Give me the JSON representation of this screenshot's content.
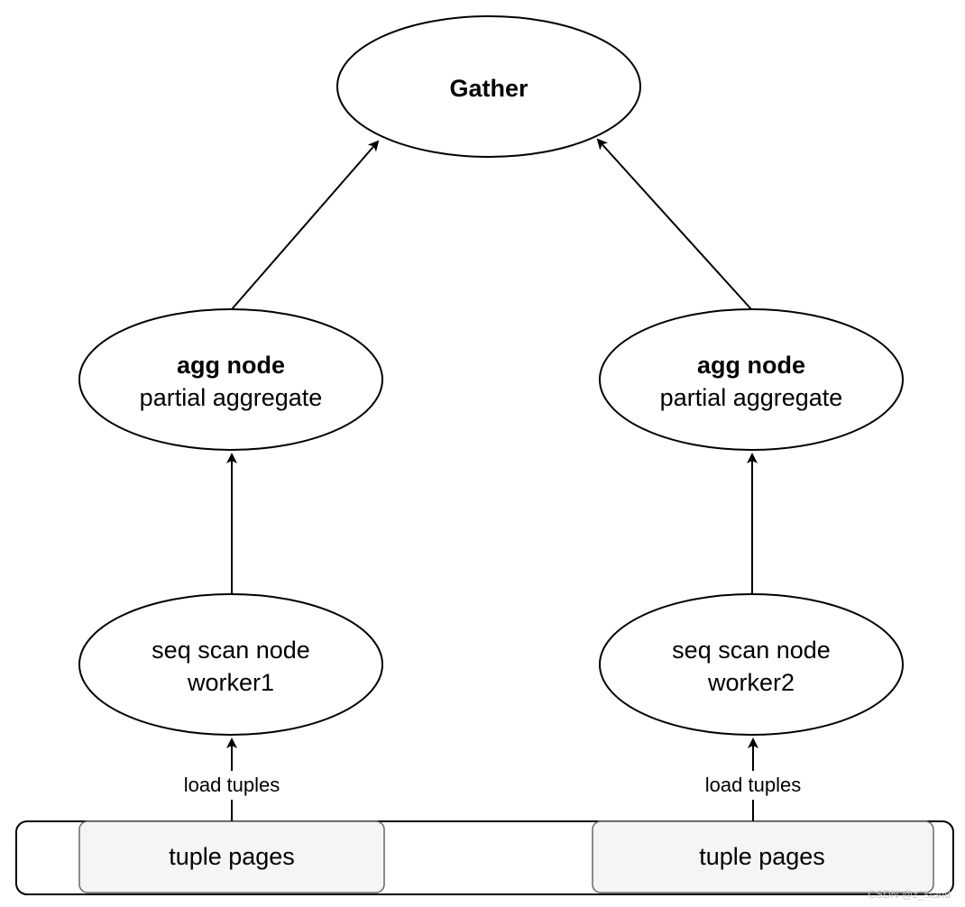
{
  "nodes": {
    "gather": {
      "title": "Gather"
    },
    "agg_left": {
      "title": "agg node",
      "subtitle": "partial aggregate"
    },
    "agg_right": {
      "title": "agg node",
      "subtitle": "partial aggregate"
    },
    "scan_left": {
      "line1": "seq scan node",
      "line2": "worker1"
    },
    "scan_right": {
      "line1": "seq scan node",
      "line2": "worker2"
    }
  },
  "edges": {
    "load_left": "load tuples",
    "load_right": "load tuples"
  },
  "storage": {
    "left_pages": "tuple pages",
    "right_pages": "tuple pages"
  },
  "watermark": "CSDN @z_stand",
  "colors": {
    "stroke": "#000000",
    "page_fill": "#f5f5f5",
    "page_stroke": "#666666",
    "background": "#ffffff"
  }
}
